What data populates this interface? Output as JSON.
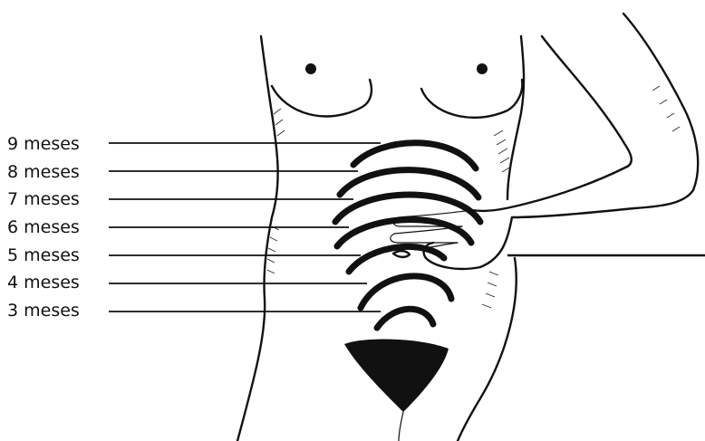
{
  "diagram": {
    "labels": [
      {
        "text": "9 meses",
        "month": 9
      },
      {
        "text": "8 meses",
        "month": 8
      },
      {
        "text": "7 meses",
        "month": 7
      },
      {
        "text": "6 meses",
        "month": 6
      },
      {
        "text": "5 meses",
        "month": 5
      },
      {
        "text": "4 meses",
        "month": 4
      },
      {
        "text": "3 meses",
        "month": 3
      }
    ]
  }
}
